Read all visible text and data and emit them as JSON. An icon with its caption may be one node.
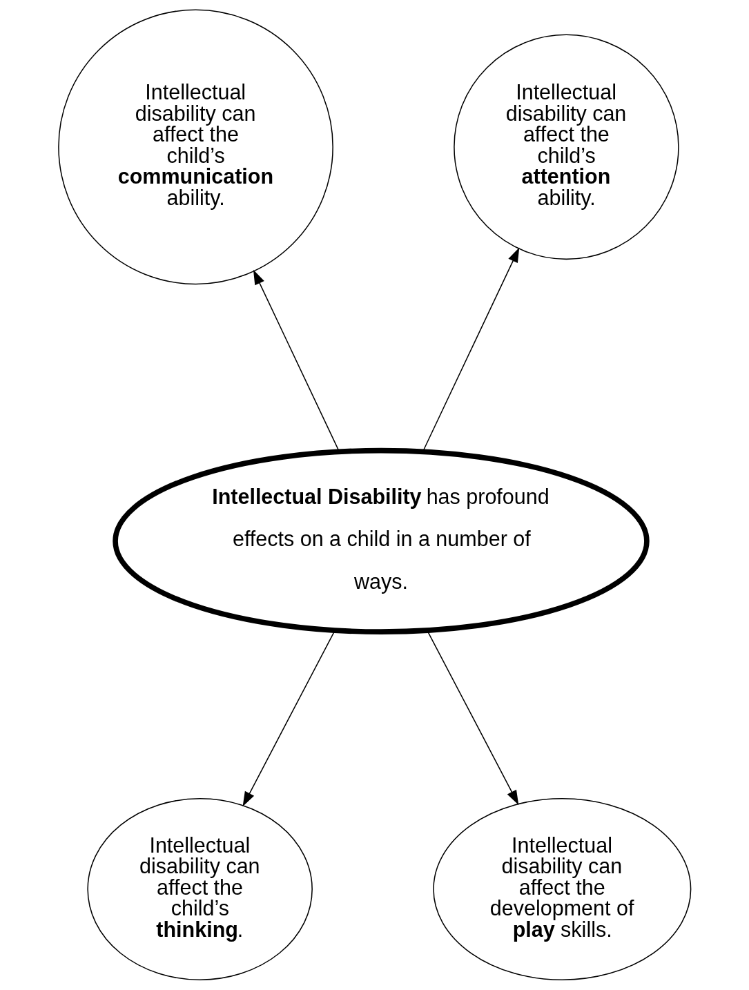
{
  "diagram": {
    "nodes": [
      {
        "text": [
          "Intellectual disability can affect the child’s **communication** ability."
        ]
      },
      {
        "text": [
          "Intellectual disability can affect the child’s **attention** ability."
        ]
      },
      {
        "text": [
          "**Intellectual Disability** has profound effects on a child in a number of ways."
        ]
      },
      {
        "text": [
          "Intellectual disability can affect the child’s **thinking**."
        ]
      },
      {
        "text": [
          "Intellectual disability can affect the development of **play** skills."
        ]
      }
    ],
    "edges": [
      {
        "from": 2,
        "to": 0,
        "arrow": "to"
      },
      {
        "from": 2,
        "to": 1,
        "arrow": "to"
      },
      {
        "from": 2,
        "to": 3,
        "arrow": "to"
      },
      {
        "from": 2,
        "to": 4,
        "arrow": "to"
      }
    ]
  }
}
